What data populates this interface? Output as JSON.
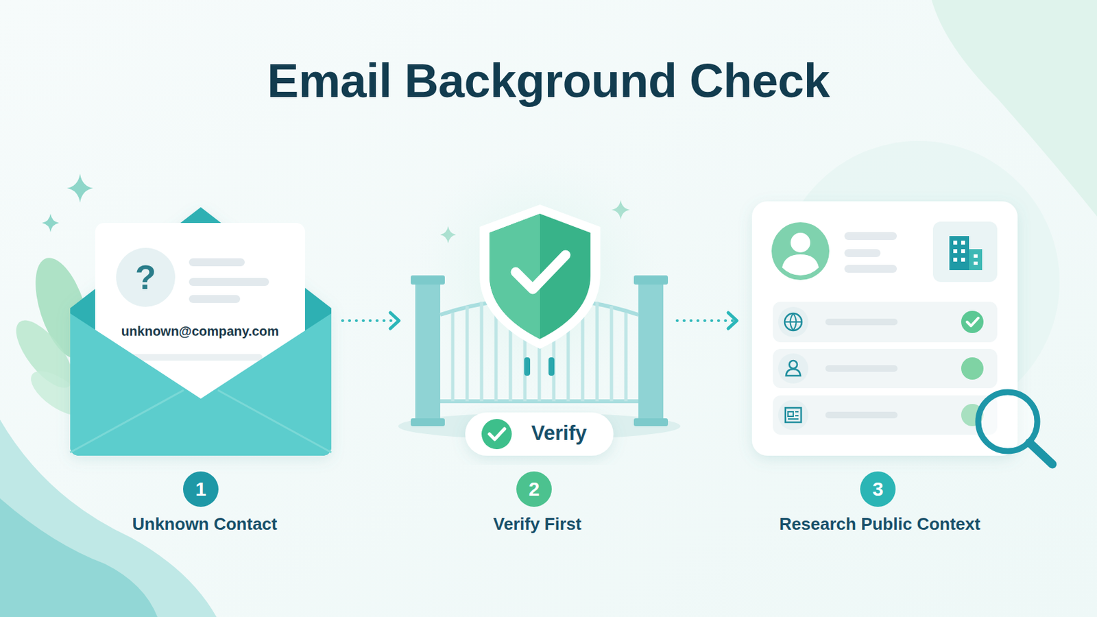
{
  "diagram": {
    "title": "Email Background Check",
    "nodes": [
      {
        "text": [
          "unknown@company.com",
          "Unknown Contact"
        ]
      },
      {
        "text": [
          "Verify",
          "Verify First"
        ]
      },
      {
        "text": [
          "Research Public Context"
        ]
      }
    ],
    "edges": [
      {
        "from": 0,
        "to": 1,
        "arrow": "to"
      },
      {
        "from": 1,
        "to": 2,
        "arrow": "to"
      }
    ],
    "labels": [
      "?",
      "1",
      "2",
      "3"
    ]
  }
}
